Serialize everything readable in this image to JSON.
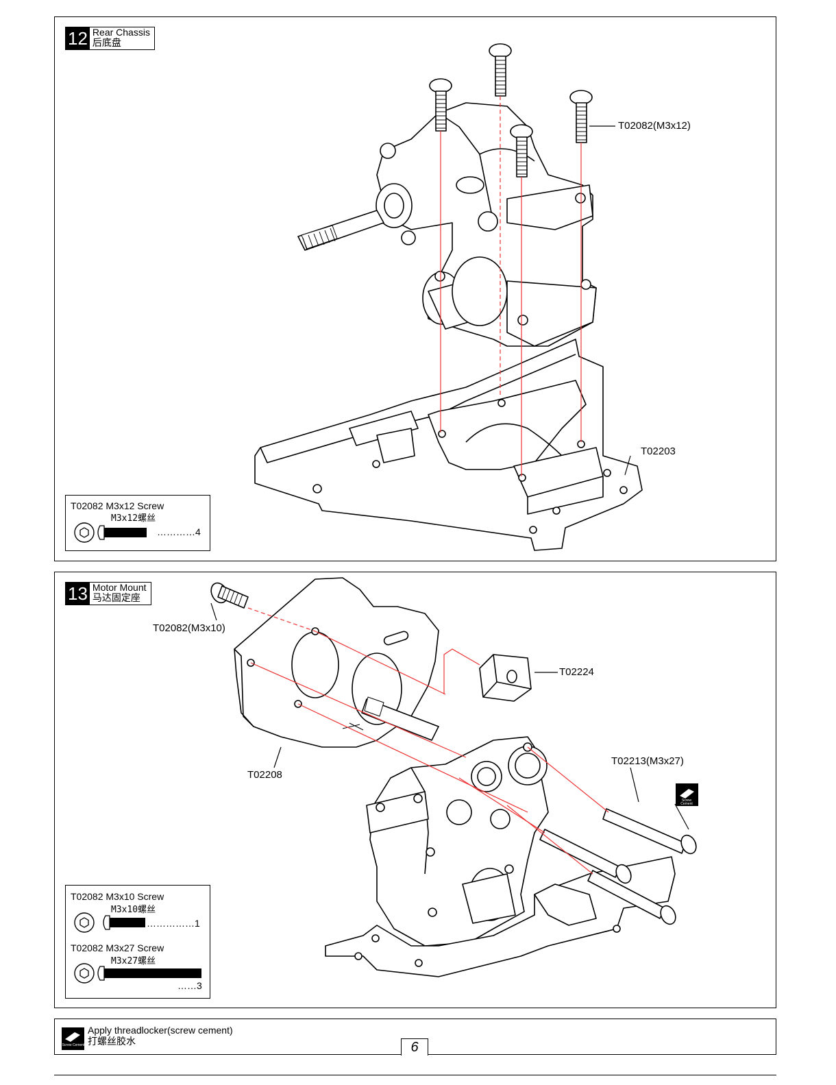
{
  "steps": [
    {
      "number": "12",
      "title_en": "Rear Chassis",
      "title_cn": "后底盘",
      "labels": {
        "screw": "T02082(M3x12)",
        "chassis": "T02203"
      },
      "parts_list": [
        {
          "code": "T02082  M3x12 Screw",
          "cn": "M3x12螺丝",
          "qty": "…………4"
        }
      ]
    },
    {
      "number": "13",
      "title_en": "Motor Mount",
      "title_cn": "马达固定座",
      "labels": {
        "screw_short": "T02082(M3x10)",
        "mount_plate": "T02208",
        "spacer": "T02224",
        "screw_long": "T02213(M3x27)",
        "cement_icon_text": "Screw Cement"
      },
      "parts_list": [
        {
          "code": "T02082  M3x10 Screw",
          "cn": "M3x10螺丝",
          "qty": "……………1"
        },
        {
          "code": "T02082  M3x27 Screw",
          "cn": "M3x27螺丝",
          "qty": "……3"
        }
      ]
    }
  ],
  "footer": {
    "note_en": "Apply threadlocker(screw cement)",
    "note_cn": "打螺丝胶水",
    "icon_text": "Screw Cement",
    "page_number": "6"
  },
  "icons": [
    "hex-head-icon",
    "screw-cement-icon"
  ]
}
